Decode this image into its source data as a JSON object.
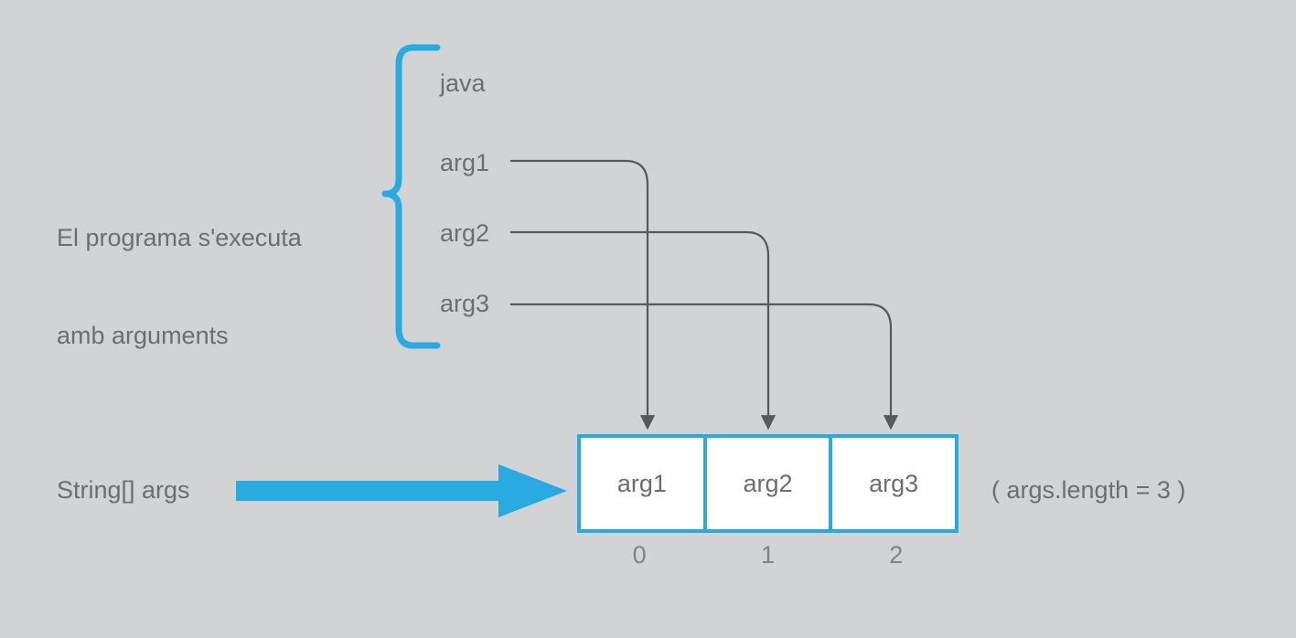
{
  "diagram": {
    "title": "Java command-line arguments diagram",
    "background_color": "#d1d3d4",
    "accent_color": "#29abe2",
    "text_color": "#6d6e71",
    "connector_color": "#58595b"
  },
  "caption": {
    "line1": "El programa s'executa",
    "line2": "amb arguments"
  },
  "command": {
    "items": [
      {
        "label": "java"
      },
      {
        "label": "arg1"
      },
      {
        "label": "arg2"
      },
      {
        "label": "arg3"
      }
    ]
  },
  "declaration": {
    "label": "String[] args"
  },
  "array": {
    "cells": [
      {
        "value": "arg1",
        "index": "0"
      },
      {
        "value": "arg2",
        "index": "1"
      },
      {
        "value": "arg3",
        "index": "2"
      }
    ]
  },
  "annotation": {
    "length_label": "( args.length = 3 )"
  }
}
